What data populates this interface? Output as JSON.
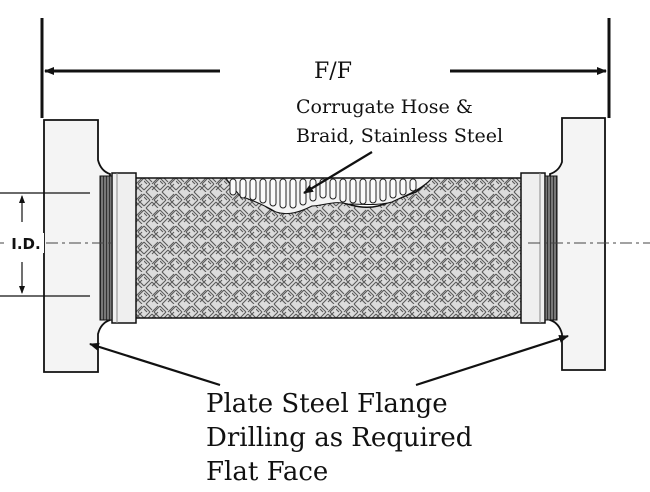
{
  "labels": {
    "face_to_face": "F/F",
    "hose_line1": "Corrugate Hose &",
    "hose_line2": "Braid, Stainless Steel",
    "inner_diameter": "I.D.",
    "flange_line1": "Plate Steel Flange",
    "flange_line2": "Drilling as Required",
    "flange_line3": "Flat Face"
  },
  "colors": {
    "ink": "#111111",
    "flange_fill": "#f4f4f4",
    "braid_light": "#d8d8d8",
    "braid_dark": "#6a6a6a",
    "gasket": "#555555"
  }
}
